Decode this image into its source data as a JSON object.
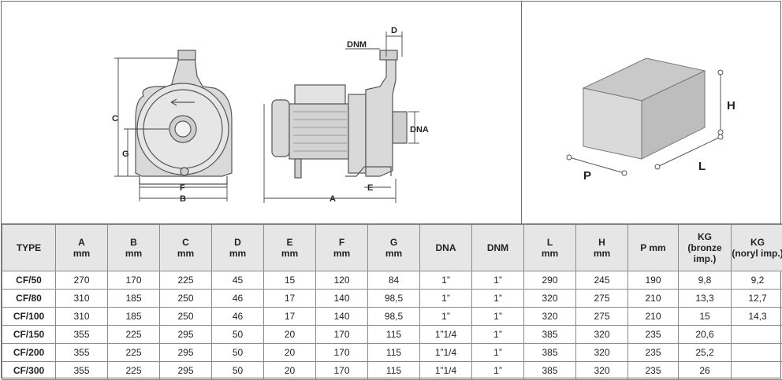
{
  "drawing_labels": {
    "C": "C",
    "G": "G",
    "F": "F",
    "B": "B",
    "D": "D",
    "DNM": "DNM",
    "DNA": "DNA",
    "E": "E",
    "A": "A"
  },
  "box_labels": {
    "H": "H",
    "L": "L",
    "P": "P"
  },
  "colors": {
    "header_bg": "#e6e6e6",
    "border": "#8a8a8a",
    "drawing_fill": "#d9d9d9",
    "box_face": "#d9d9d9"
  },
  "table": {
    "headers": [
      {
        "name": "TYPE",
        "unit": ""
      },
      {
        "name": "A",
        "unit": "mm"
      },
      {
        "name": "B",
        "unit": "mm"
      },
      {
        "name": "C",
        "unit": "mm"
      },
      {
        "name": "D",
        "unit": "mm"
      },
      {
        "name": "E",
        "unit": "mm"
      },
      {
        "name": "F",
        "unit": "mm"
      },
      {
        "name": "G",
        "unit": "mm"
      },
      {
        "name": "DNA",
        "unit": ""
      },
      {
        "name": "DNM",
        "unit": ""
      },
      {
        "name": "L",
        "unit": "mm"
      },
      {
        "name": "H",
        "unit": "mm"
      },
      {
        "name": "P mm",
        "unit": ""
      },
      {
        "name": "KG",
        "unit": "(bronze imp.)"
      },
      {
        "name": "KG",
        "unit": "(noryl imp.)"
      }
    ],
    "rows": [
      [
        "CF/50",
        "270",
        "170",
        "225",
        "45",
        "15",
        "120",
        "84",
        "1”",
        "1”",
        "290",
        "245",
        "190",
        "9,8",
        "9,2"
      ],
      [
        "CF/80",
        "310",
        "185",
        "250",
        "46",
        "17",
        "140",
        "98,5",
        "1”",
        "1”",
        "320",
        "275",
        "210",
        "13,3",
        "12,7"
      ],
      [
        "CF/100",
        "310",
        "185",
        "250",
        "46",
        "17",
        "140",
        "98,5",
        "1”",
        "1”",
        "320",
        "275",
        "210",
        "15",
        "14,3"
      ],
      [
        "CF/150",
        "355",
        "225",
        "295",
        "50",
        "20",
        "170",
        "115",
        "1”1/4",
        "1”",
        "385",
        "320",
        "235",
        "20,6",
        ""
      ],
      [
        "CF/200",
        "355",
        "225",
        "295",
        "50",
        "20",
        "170",
        "115",
        "1”1/4",
        "1”",
        "385",
        "320",
        "235",
        "25,2",
        ""
      ],
      [
        "CF/300",
        "355",
        "225",
        "295",
        "50",
        "20",
        "170",
        "115",
        "1”1/4",
        "1”",
        "385",
        "320",
        "235",
        "26",
        ""
      ]
    ]
  }
}
